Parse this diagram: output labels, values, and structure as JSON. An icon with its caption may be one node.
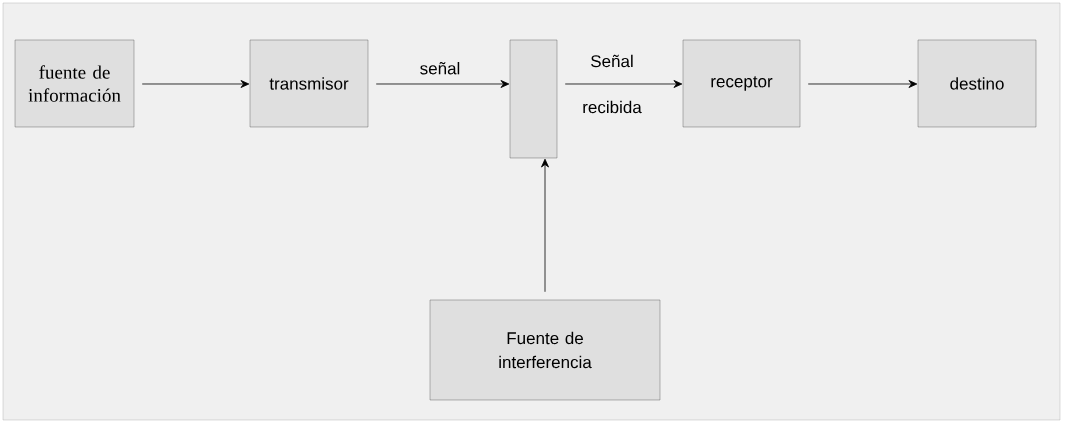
{
  "diagram": {
    "nodes": [
      {
        "text": [
          "fuente de información"
        ]
      },
      {
        "text": [
          "transmisor"
        ]
      },
      {
        "text": [],
        "shape": "box"
      },
      {
        "text": [
          "receptor"
        ]
      },
      {
        "text": [
          "destino"
        ]
      },
      {
        "text": [
          "Fuente de interferencia"
        ]
      }
    ],
    "edges": [
      {
        "from": 0,
        "to": 1,
        "arrow": "to"
      },
      {
        "from": 1,
        "to": 2,
        "arrow": "to",
        "label": "señal"
      },
      {
        "from": 2,
        "to": 3,
        "arrow": "to",
        "label": "Señal recibida"
      },
      {
        "from": 3,
        "to": 4,
        "arrow": "to"
      },
      {
        "from": 5,
        "to": 2,
        "arrow": "to"
      }
    ]
  }
}
